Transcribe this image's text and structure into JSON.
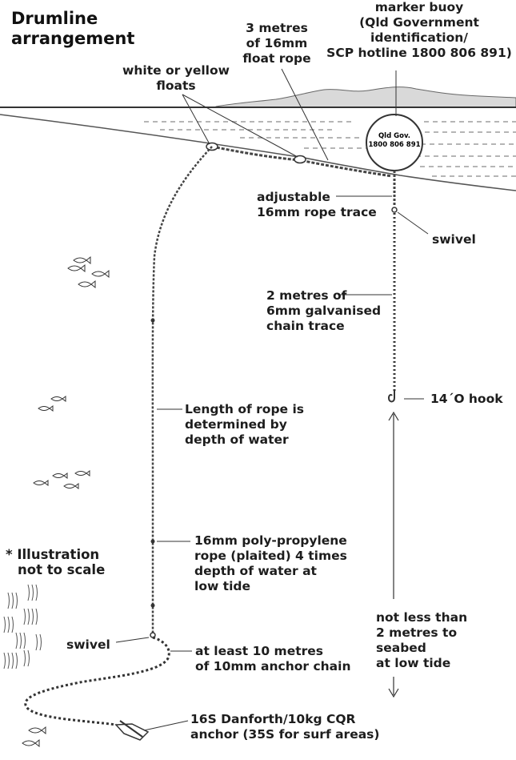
{
  "title_line1": "Drumline",
  "title_line2": "arrangement",
  "labels": {
    "marker_buoy": [
      "marker buoy",
      "(Qld Government",
      "identification/",
      "SCP hotline 1800 806 891)"
    ],
    "float_rope": [
      "3 metres",
      "of 16mm",
      "float rope"
    ],
    "floats": [
      "white or yellow",
      "floats"
    ],
    "rope_trace": [
      "adjustable",
      "16mm rope trace"
    ],
    "swivel_top": "swivel",
    "chain_trace": [
      "2 metres of",
      "6mm galvanised",
      "chain trace"
    ],
    "hook": "14´O hook",
    "rope_length": [
      "Length of rope is",
      "determined by",
      "depth of water"
    ],
    "poly_rope": [
      "16mm poly-propylene",
      "rope (plaited) 4 times",
      "depth of water at",
      "low tide"
    ],
    "not_scale": [
      "* Illustration",
      "not to scale"
    ],
    "swivel_bottom": "swivel",
    "anchor_chain": [
      "at least 10 metres",
      "of 10mm anchor chain"
    ],
    "seabed": [
      "not less than",
      "2 metres to",
      "seabed",
      "at low tide"
    ],
    "anchor": [
      "16S Danforth/10kg CQR",
      "anchor (35S for surf areas)"
    ]
  },
  "buoy_text": [
    "Qld Gov.",
    "1800 806 891"
  ],
  "colors": {
    "ink": "#1d1d1d",
    "line": "#333333",
    "rope": "#555555",
    "water_dash": "#b9b9b9"
  }
}
